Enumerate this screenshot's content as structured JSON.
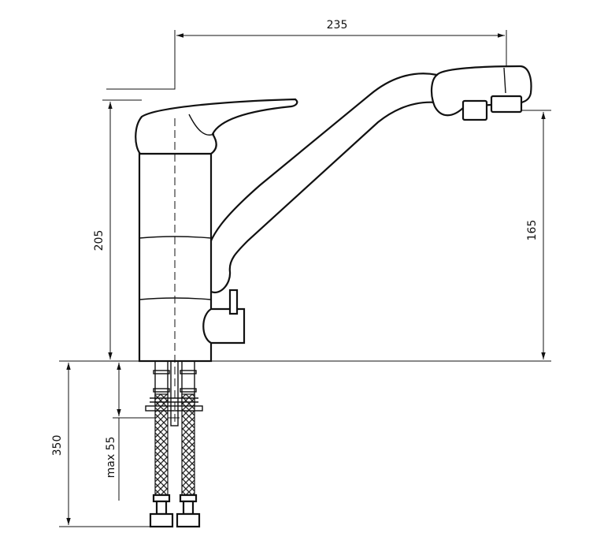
{
  "dimensions": {
    "spout_reach": "235",
    "total_height": "205",
    "spout_height": "165",
    "hose_length": "350",
    "max_counter_thickness": "max 55"
  },
  "colors": {
    "line": "#111111",
    "background": "#ffffff"
  }
}
